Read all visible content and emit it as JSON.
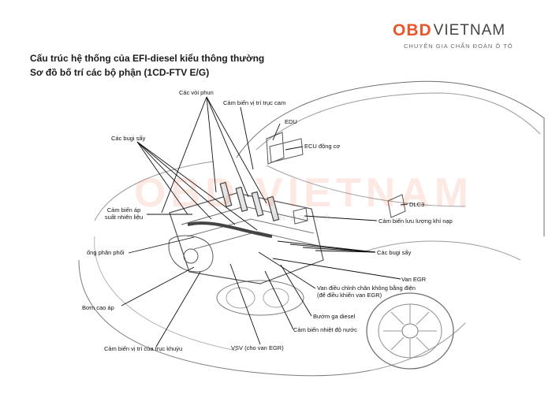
{
  "brand": {
    "logo_obd": "OBD",
    "logo_viet": "VIETNAM",
    "tagline": "CHUYÊN GIA CHẨN ĐOÁN Ô TÔ"
  },
  "watermark": {
    "main": "OBD VIETNAM",
    "sub": "ẨN ĐOÁN Ô"
  },
  "header": {
    "title_line1": "Cấu trúc hệ thống của EFI-diesel kiểu thông thường",
    "title_line2": "Sơ đồ bố trí các bộ phận (1CD-FTV E/G)"
  },
  "labels": {
    "injectors": "Các vòi phun",
    "camshaft_sensor": "Cảm biến vị trí trục cam",
    "edu": "EDU",
    "ecu": "ECU động cơ",
    "glow_plugs_top": "Các bugi sấy",
    "dlc3": "DLC3",
    "fuel_pressure_sensor_l1": "Cảm biến áp",
    "fuel_pressure_sensor_l2": "suất nhiên liệu",
    "maf_sensor": "Cảm biến lưu lượng khí nạp",
    "common_rail": "ống phân phối",
    "glow_plugs_right": "Các bugi sấy",
    "egr_valve": "Van EGR",
    "vacuum_valve_l1": "Van điều chỉnh chân không bằng điện",
    "vacuum_valve_l2": "(để điều khiển van EGR)",
    "supply_pump": "Bơm cao áp",
    "throttle": "Bướm ga diesel",
    "coolant_sensor": "Cảm biến nhiệt độ nước",
    "crank_sensor": "Cảm biến vị trí của trục khuỷu",
    "vsv": "VSV (cho van EGR)"
  }
}
